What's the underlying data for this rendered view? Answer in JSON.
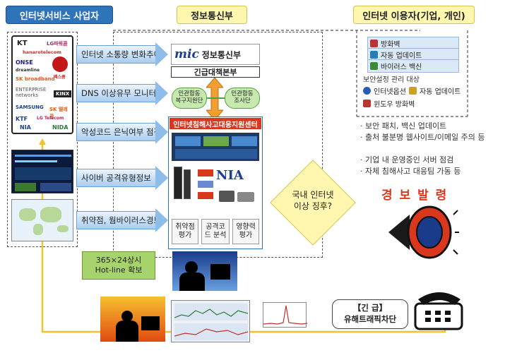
{
  "headers": {
    "provider": "인터넷서비스 사업자",
    "ministry": "정보통신부",
    "users": "인터넷 이용자(기업, 개인)"
  },
  "arrows": [
    "인터넷 소통량 변화추이",
    "DNS 이상유무 모니터링",
    "악성코드 은닉여부 점검",
    "사이버 공격유형정보",
    "취약점, 웜바이러스경보"
  ],
  "mic": {
    "logo": "mic",
    "name": "정보통신부",
    "hq": "긴급대책본부"
  },
  "green": {
    "left": "민관합동\n복구지원단",
    "right": "민관합동\n조사단"
  },
  "center": {
    "title": "인터넷침해사고대응지원센터",
    "nia": "NIA",
    "buttons": [
      "취약점\n평가",
      "공격코\n드 분석",
      "영향력\n평가"
    ]
  },
  "hotline": "365×24상시\nHot-line 확보",
  "diamond": "국내 인터넷\n이상 징후?",
  "users_panel": {
    "items": [
      {
        "label": "방화벽",
        "icon": "firewall-icon",
        "color": "#b33"
      },
      {
        "label": "자동 업데이트",
        "icon": "update-icon",
        "color": "#2a7ab8"
      },
      {
        "label": "바이러스 백신",
        "icon": "vaccine-icon",
        "color": "#3a8a3a"
      }
    ],
    "subtitle": "보안설정 관리 대상",
    "row2": [
      "인터넷옵션",
      "자동 업데이트"
    ],
    "row3": "윈도우 방화벽"
  },
  "notes": [
    "· 보안 패치, 백신 업데이트",
    "· 출처 불분명 웹사이트/이메일 주의 등",
    "· 기업 내 운영중인 서버 점검",
    "· 자체 침해사고 대응팀 가동 등"
  ],
  "alarm": "경 보 발 령",
  "emergency": "【긴 급】\n유해트래픽차단",
  "logos": [
    "KT",
    "LG파워콤",
    "hanarotelecom",
    "ONSE",
    "dreamline",
    "엑스콤",
    "SK broadband",
    "ENTERPRISE networks",
    "KINX",
    "SAMSUNG",
    "SK 텔레콤",
    "KTF",
    "LG Telecom",
    "NIA",
    "NIDA"
  ],
  "colors": {
    "blue": "#2f74b8",
    "yellow_line": "#f2c230",
    "orange_arrow": "#f0a030",
    "alarm_red": "#d9381e"
  }
}
